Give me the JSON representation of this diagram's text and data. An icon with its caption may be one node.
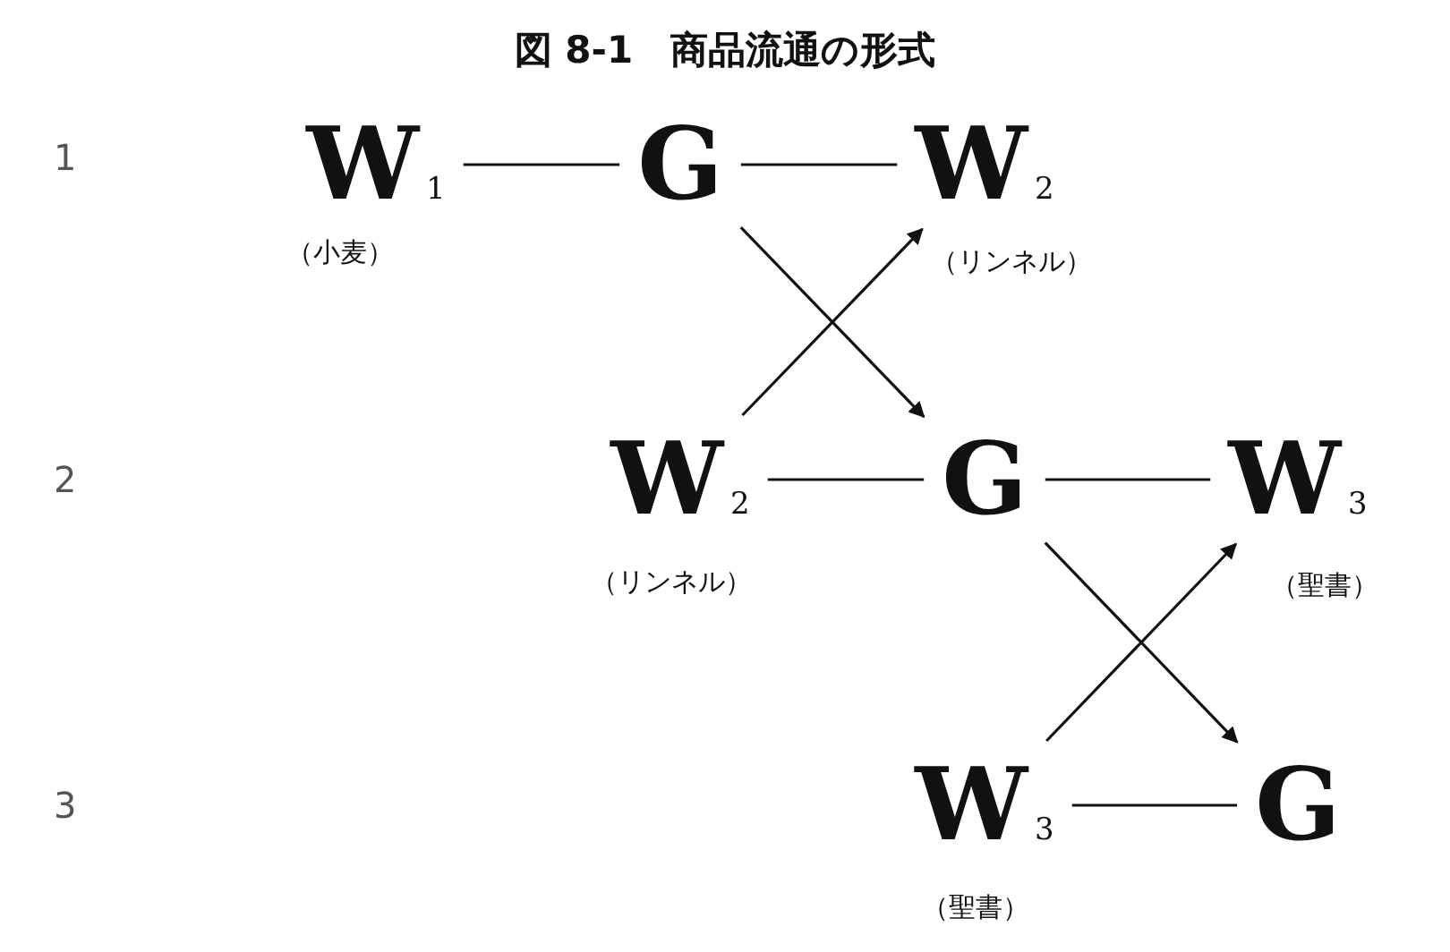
{
  "diagram": {
    "title": "図 8-1　商品流通の形式",
    "nodes": [
      {
        "text": [
          "W$_{1}$"
        ],
        "beside": [
          "（小麦）"
        ]
      },
      {
        "text": [
          "G"
        ]
      },
      {
        "text": [
          "W$_{2}$"
        ],
        "beside": [
          "（リンネル）"
        ]
      },
      {
        "text": [
          "W$_{2}$"
        ],
        "beside": [
          "（リンネル）"
        ]
      },
      {
        "text": [
          "G"
        ]
      },
      {
        "text": [
          "W$_{3}$"
        ],
        "beside": [
          "（聖書）"
        ]
      },
      {
        "text": [
          "W$_{3}$"
        ],
        "beside": [
          "（聖書）"
        ]
      },
      {
        "text": [
          "G"
        ]
      }
    ],
    "edges": [
      {
        "from": 0,
        "to": 1,
        "arrow": "none"
      },
      {
        "from": 1,
        "to": 2,
        "arrow": "none"
      },
      {
        "from": 1,
        "to": 4,
        "arrow": "to"
      },
      {
        "from": 3,
        "to": 2,
        "arrow": "to"
      },
      {
        "from": 3,
        "to": 4,
        "arrow": "none"
      },
      {
        "from": 4,
        "to": 5,
        "arrow": "none"
      },
      {
        "from": 4,
        "to": 7,
        "arrow": "to"
      },
      {
        "from": 6,
        "to": 5,
        "arrow": "to"
      },
      {
        "from": 6,
        "to": 7,
        "arrow": "none"
      }
    ],
    "labels": [
      "1",
      "2",
      "3"
    ]
  }
}
